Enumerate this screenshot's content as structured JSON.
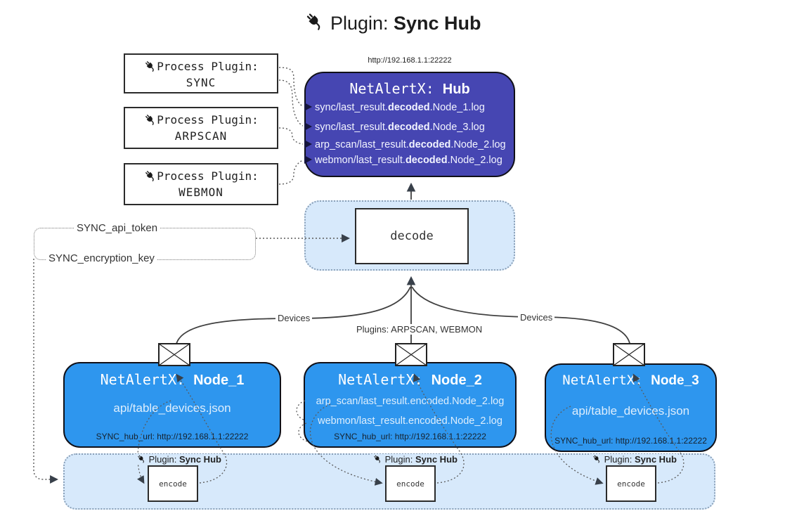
{
  "colors": {
    "hub_fill": "#4646B2",
    "node_fill": "#2E96EE",
    "panel_fill": "#D7E9FB",
    "panel_border": "#8AA0B8",
    "edge": "#404040",
    "text_light": "#FFFFFF",
    "text_dark": "#222222"
  },
  "title": {
    "prefix": "Plugin: ",
    "name": "Sync Hub"
  },
  "process_plugins": [
    {
      "label": "Process Plugin:",
      "name": "SYNC"
    },
    {
      "label": "Process Plugin:",
      "name": "ARPSCAN"
    },
    {
      "label": "Process Plugin:",
      "name": "WEBMON"
    }
  ],
  "hub": {
    "url": "http://192.168.1.1:22222",
    "title_prefix": "NetAlertX: ",
    "title_name": "Hub",
    "logs": [
      {
        "pre": "sync/last_result.",
        "bold": "decoded",
        "post": ".Node_1.log"
      },
      {
        "pre": "sync/last_result.",
        "bold": "decoded",
        "post": ".Node_3.log"
      },
      {
        "pre": "arp_scan/last_result.",
        "bold": "decoded",
        "post": ".Node_2.log"
      },
      {
        "pre": "webmon/last_result.",
        "bold": "decoded",
        "post": ".Node_2.log"
      }
    ]
  },
  "decode": {
    "label": "decode"
  },
  "config": {
    "api_token": "SYNC_api_token",
    "encryption_key": "SYNC_encryption_key"
  },
  "edges": {
    "devices_left": "Devices",
    "plugins_mid": "Plugins: ARPSCAN, WEBMON",
    "devices_right": "Devices"
  },
  "nodes": [
    {
      "title_prefix": "NetAlertX: ",
      "title_name": "Node_1",
      "lines": [
        "api/table_devices.json"
      ],
      "hub_url": "SYNC_hub_url: http://192.168.1.1:22222"
    },
    {
      "title_prefix": "NetAlertX: ",
      "title_name": "Node_2",
      "lines": [
        "arp_scan/last_result.encoded.Node_2.log",
        "webmon/last_result.encoded.Node_2.log"
      ],
      "hub_url": "SYNC_hub_url: http://192.168.1.1:22222"
    },
    {
      "title_prefix": "NetAlertX: ",
      "title_name": "Node_3",
      "lines": [
        "api/table_devices.json"
      ],
      "hub_url": "SYNC_hub_url: http://192.168.1.1:22222"
    }
  ],
  "encoders": [
    {
      "label_prefix": "Plugin: ",
      "label_name": "Sync Hub",
      "box": "encode"
    },
    {
      "label_prefix": "Plugin: ",
      "label_name": "Sync Hub",
      "box": "encode"
    },
    {
      "label_prefix": "Plugin: ",
      "label_name": "Sync Hub",
      "box": "encode"
    }
  ]
}
